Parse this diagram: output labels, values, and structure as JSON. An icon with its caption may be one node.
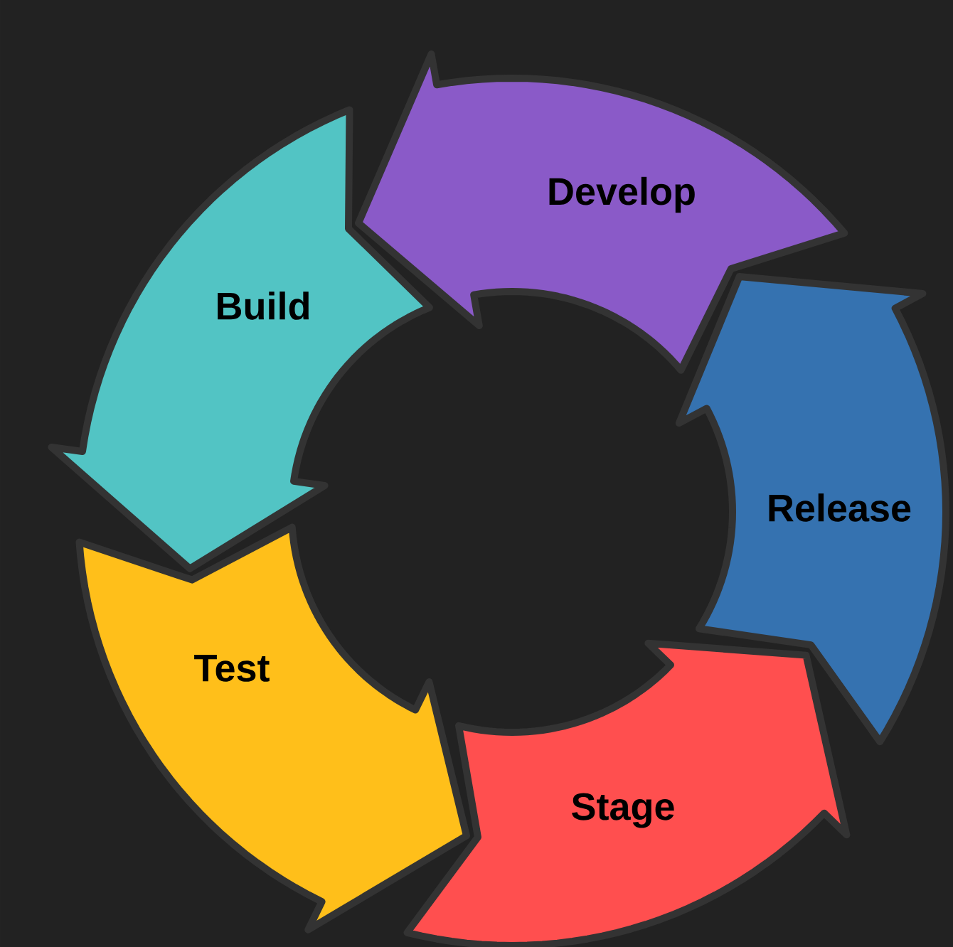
{
  "diagram": {
    "nodes": [
      {
        "text": [
          "Develop"
        ]
      },
      {
        "text": [
          "Build"
        ]
      },
      {
        "text": [
          "Test"
        ]
      },
      {
        "text": [
          "Stage"
        ]
      },
      {
        "text": [
          "Release"
        ]
      }
    ]
  }
}
